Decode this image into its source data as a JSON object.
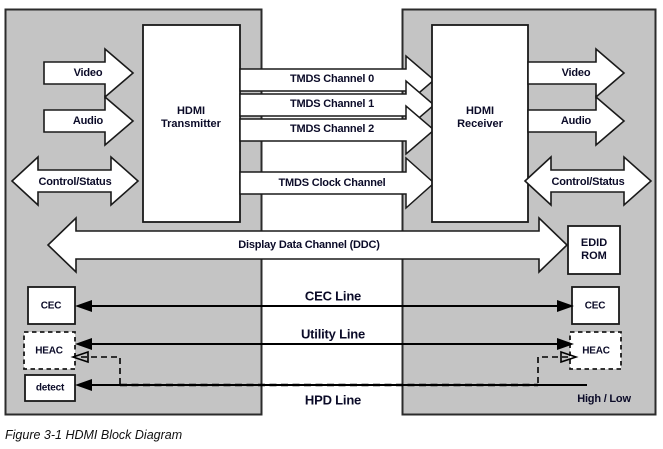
{
  "figure": {
    "caption": "Figure 3-1 HDMI Block Diagram",
    "colors": {
      "panel_fill": "#c4c4c4",
      "panel_stroke": "#2b2b2b",
      "box_fill": "#ffffff",
      "box_stroke": "#1a1a1a",
      "line": "#000000",
      "text": "#0b0b28"
    }
  },
  "source_side": {
    "blocks": [
      {
        "name": "hdmi-transmitter",
        "line1": "HDMI",
        "line2": "Transmitter"
      },
      {
        "name": "cec",
        "label": "CEC",
        "border": "solid"
      },
      {
        "name": "heac",
        "label": "HEAC",
        "border": "dashed"
      },
      {
        "name": "detect",
        "label": "detect",
        "border": "solid"
      }
    ],
    "io_arrows": [
      {
        "name": "video-in",
        "label": "Video",
        "direction": "right"
      },
      {
        "name": "audio-in",
        "label": "Audio",
        "direction": "right"
      },
      {
        "name": "control-status-source",
        "label": "Control/Status",
        "direction": "both"
      }
    ]
  },
  "sink_side": {
    "blocks": [
      {
        "name": "hdmi-receiver",
        "line1": "HDMI",
        "line2": "Receiver"
      },
      {
        "name": "edid-rom",
        "line1": "EDID",
        "line2": "ROM",
        "border": "solid"
      },
      {
        "name": "cec",
        "label": "CEC",
        "border": "solid"
      },
      {
        "name": "heac",
        "label": "HEAC",
        "border": "dashed"
      }
    ],
    "io_arrows": [
      {
        "name": "video-out",
        "label": "Video",
        "direction": "right"
      },
      {
        "name": "audio-out",
        "label": "Audio",
        "direction": "right"
      },
      {
        "name": "control-status-sink",
        "label": "Control/Status",
        "direction": "both"
      }
    ],
    "hpd_state_label": "High / Low"
  },
  "links": [
    {
      "name": "tmds-channel-0",
      "label": "TMDS Channel 0",
      "style": "block-arrow",
      "direction": "right"
    },
    {
      "name": "tmds-channel-1",
      "label": "TMDS Channel 1",
      "style": "block-arrow",
      "direction": "right"
    },
    {
      "name": "tmds-channel-2",
      "label": "TMDS Channel 2",
      "style": "block-arrow",
      "direction": "right"
    },
    {
      "name": "tmds-clock-channel",
      "label": "TMDS Clock Channel",
      "style": "block-arrow",
      "direction": "right"
    },
    {
      "name": "display-data-channel",
      "label": "Display Data Channel (DDC)",
      "style": "block-arrow",
      "direction": "both"
    },
    {
      "name": "cec-line",
      "label": "CEC Line",
      "style": "thin-line",
      "direction": "both"
    },
    {
      "name": "utility-line",
      "label": "Utility Line",
      "style": "thin-line",
      "direction": "both"
    },
    {
      "name": "hpd-line",
      "label": "HPD Line",
      "style": "thin-line",
      "direction": "both"
    }
  ]
}
